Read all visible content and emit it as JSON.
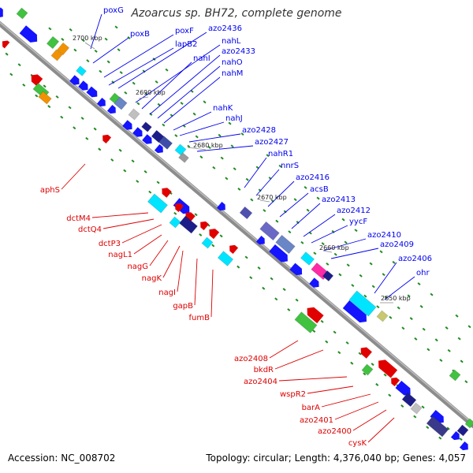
{
  "title": "Azoarcus sp. BH72, complete genome",
  "footer": {
    "accession": "Accession: NC_008702",
    "topology": "Topology: circular;",
    "length": "Length: 4,376,040 bp;",
    "genes": "Genes: 4,057"
  },
  "colors": {
    "forward_label": "#0000ee",
    "reverse_label": "#dd0000",
    "backbone": "#8c8c8c",
    "tick": "#228b22"
  },
  "scale_labels": [
    {
      "text": "2700 kbp"
    },
    {
      "text": "2690 kbp"
    },
    {
      "text": "2680 kbp"
    },
    {
      "text": "2670 kbp"
    },
    {
      "text": "2660 kbp"
    },
    {
      "text": "2650 kbp"
    }
  ],
  "forward_genes": [
    "poxG",
    "poxB",
    "poxF",
    "lapB2",
    "azo2436",
    "nahL",
    "nahI",
    "azo2433",
    "nahO",
    "nahM",
    "nahK",
    "nahJ",
    "azo2428",
    "azo2427",
    "nahR1",
    "nnrS",
    "azo2416",
    "acsB",
    "azo2413",
    "azo2412",
    "yycF",
    "azo2410",
    "azo2409",
    "azo2406",
    "ohr"
  ],
  "reverse_genes": [
    "aphS",
    "dctM4",
    "dctQ4",
    "dctP3",
    "nagL1",
    "nagG",
    "nagK",
    "nagI",
    "gapB",
    "fumB",
    "azo2408",
    "bkdR",
    "azo2404",
    "wspR2",
    "barA",
    "azo2401",
    "azo2400",
    "cysK"
  ]
}
